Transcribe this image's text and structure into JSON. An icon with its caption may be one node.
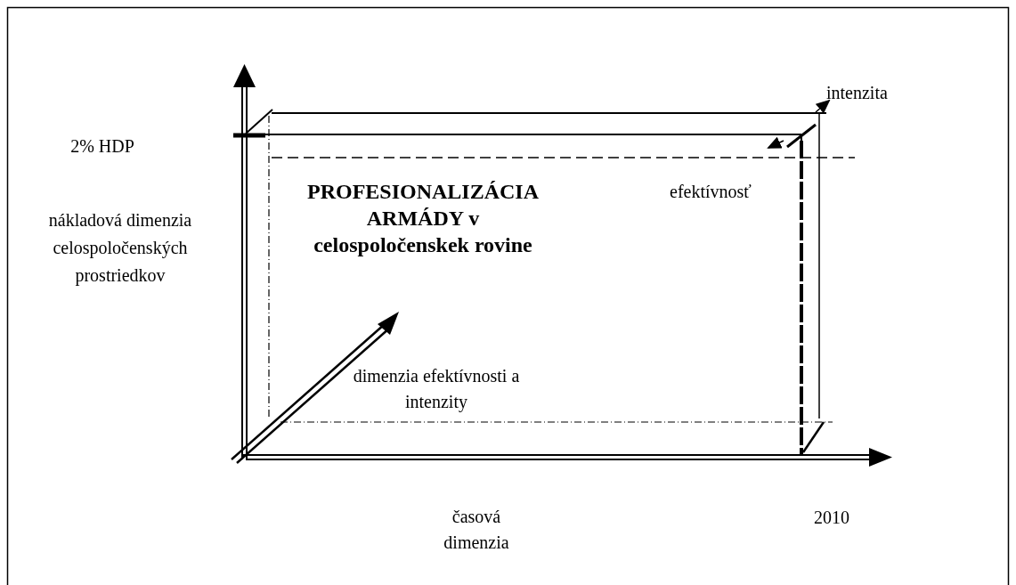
{
  "diagram": {
    "title": "PROFESIONALIZÁCIA ARMÁDY v celospoločenskek rovine",
    "labels": [
      "intenzita",
      "2% HDP",
      "efektívnosť",
      "nákladová dimenzia celospoločenských prostriedkov",
      "dimenzia efektívnosti a intenzity",
      "časová dimenzia",
      "2010"
    ]
  }
}
